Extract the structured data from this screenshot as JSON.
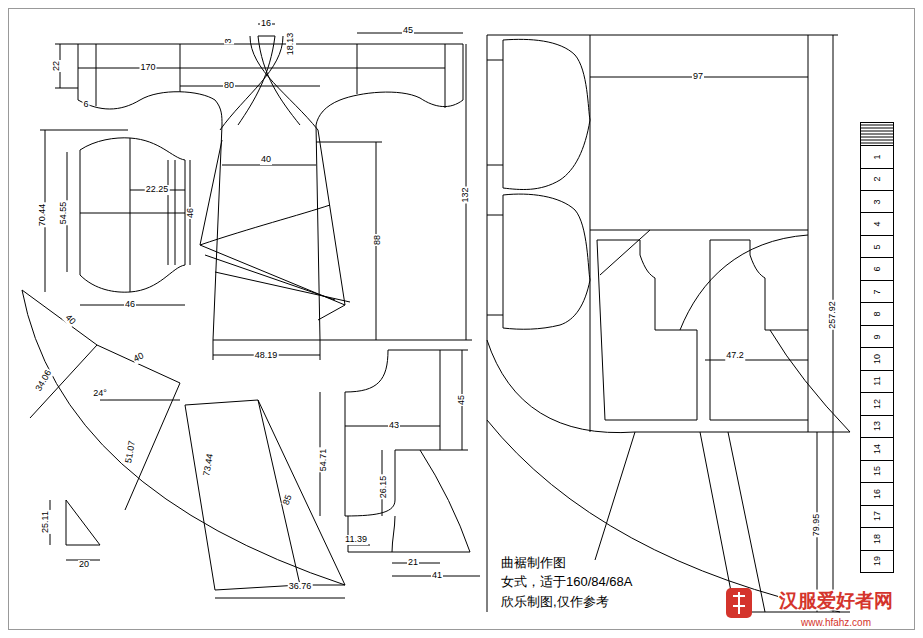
{
  "diagram": {
    "title": "曲裾制作图",
    "nodes": [
      {
        "text": [
          "1"
        ]
      },
      {
        "text": [
          "2"
        ]
      },
      {
        "text": [
          "3"
        ]
      },
      {
        "text": [
          "4"
        ]
      },
      {
        "text": [
          "5"
        ]
      },
      {
        "text": [
          "6"
        ]
      },
      {
        "text": [
          "7"
        ]
      },
      {
        "text": [
          "8"
        ]
      },
      {
        "text": [
          "9"
        ]
      },
      {
        "text": [
          "10"
        ]
      },
      {
        "text": [
          "11"
        ]
      },
      {
        "text": [
          "12"
        ]
      },
      {
        "text": [
          "13"
        ]
      },
      {
        "text": [
          "14"
        ]
      },
      {
        "text": [
          "15"
        ]
      },
      {
        "text": [
          "16"
        ]
      },
      {
        "text": [
          "17"
        ]
      },
      {
        "text": [
          "18"
        ]
      },
      {
        "text": [
          "19"
        ]
      }
    ],
    "labels": [
      "16",
      "3",
      "18.13",
      "45",
      "22",
      "170",
      "80",
      "6",
      "132",
      "40",
      "88",
      "48.19",
      "70.44",
      "54.55",
      "22.25",
      "46",
      "46",
      "40",
      "34.06",
      "40",
      "24°",
      "51.07",
      "73.44",
      "85",
      "36.76",
      "25.11",
      "20",
      "45",
      "43",
      "54.71",
      "26.15",
      "11.39",
      "21",
      "41",
      "97",
      "47.2",
      "257.92",
      "79.95",
      "女式，适于160/84/68A",
      "欣乐制图,仅作参考",
      "汉服爱好者网",
      "www.hfahz.com"
    ]
  }
}
